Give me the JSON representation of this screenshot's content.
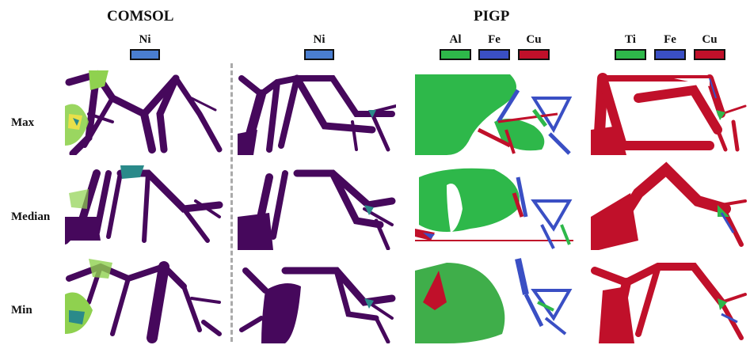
{
  "headers": {
    "comsol": "COMSOL",
    "pigp": "PIGP"
  },
  "rows": [
    "Max",
    "Median",
    "Min"
  ],
  "legends": {
    "col1": [
      {
        "label": "Ni",
        "color": "#4a7ed0"
      }
    ],
    "col2": [
      {
        "label": "Ni",
        "color": "#4a7ed0"
      }
    ],
    "col3": [
      {
        "label": "Al",
        "color": "#2eb84a"
      },
      {
        "label": "Fe",
        "color": "#3a4fc4"
      },
      {
        "label": "Cu",
        "color": "#c0102a"
      }
    ],
    "col4": [
      {
        "label": "Ti",
        "color": "#2eb84a"
      },
      {
        "label": "Fe",
        "color": "#3a4fc4"
      },
      {
        "label": "Cu",
        "color": "#c0102a"
      }
    ]
  },
  "colors": {
    "viridis_dark": "#46085c",
    "viridis_mid": "#2a8a8a",
    "viridis_light": "#8fd14f",
    "viridis_yellow": "#e8e04a",
    "al_green": "#2eb84a",
    "fe_blue": "#3a4fc4",
    "cu_red": "#c0102a",
    "divider": "#aaaaaa"
  }
}
